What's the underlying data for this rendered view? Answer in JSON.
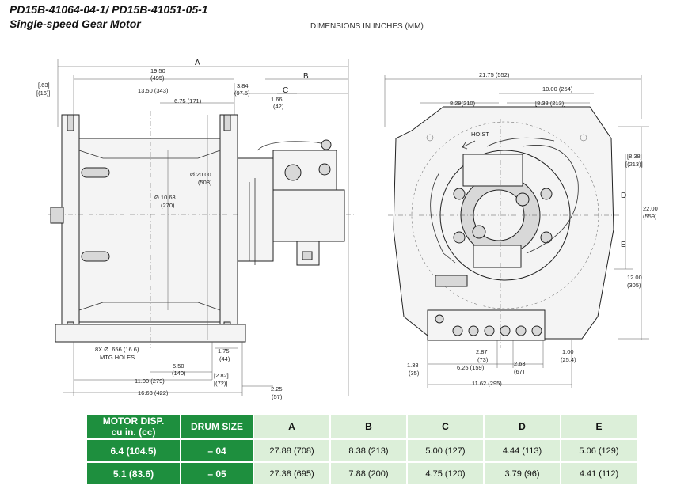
{
  "header": {
    "title_line1": "PD15B-41064-04-1/ PD15B-41051-05-1",
    "title_line2": "Single-speed Gear Motor",
    "dimensions_note": "DIMENSIONS IN INCHES (MM)"
  },
  "side_view": {
    "dim_a_letter": "A",
    "dim_b_letter": "B",
    "dim_c_letter": "C",
    "dim_19_50": "19.50",
    "dim_19_50_mm": "(495)",
    "dim_13_50": "13.50 (343)",
    "dim_3_84": "3.84",
    "dim_3_84_mm": "(97.5)",
    "dim_063": "[.63]",
    "dim_063_mm": "[(16)]",
    "dim_6_75": "6.75 (171)",
    "dim_1_66": "1.66",
    "dim_1_66_mm": "(42)",
    "dim_20_00": "Ø 20.00",
    "dim_20_00_mm": "(508)",
    "dim_10_63": "Ø 10.63",
    "dim_10_63_mm": "(270)",
    "holes_note_1": "8X Ø .656 (16.6)",
    "holes_note_2": "MTG HOLES",
    "dim_1_75": "1.75",
    "dim_1_75_mm": "(44)",
    "dim_5_50": "5.50",
    "dim_5_50_mm": "(140)",
    "dim_11_00": "11.00 (279)",
    "dim_2_82": "[2.82]",
    "dim_2_82_mm": "[(72)]",
    "dim_16_63": "16.63 (422)",
    "dim_2_25": "2.25",
    "dim_2_25_mm": "(57)"
  },
  "end_view": {
    "dim_21_75": "21.75 (552)",
    "dim_10_00": "10.00 (254)",
    "dim_8_29": "8.29(210)",
    "dim_8_38_top": "[8.38 (213)]",
    "dim_8_38_side": "[8.38]",
    "dim_8_38_side_mm": "[(213)]",
    "hoist": "HOIST",
    "dim_d_letter": "D",
    "dim_e_letter": "E",
    "dim_22_00": "22.00",
    "dim_22_00_mm": "(559)",
    "dim_12_00": "12.00",
    "dim_12_00_mm": "(305)",
    "dim_2_87": "2.87",
    "dim_2_87_mm": "(73)",
    "dim_1_00": "1.00",
    "dim_1_00_mm": "(25.4)",
    "dim_1_38": "1.38",
    "dim_1_38_mm": "(35)",
    "dim_6_25": "6.25 (159)",
    "dim_2_63": "2.63",
    "dim_2_63_mm": "(67)",
    "dim_11_62": "11.62 (295)"
  },
  "table": {
    "headers": {
      "motor_disp_1": "MOTOR DISP.",
      "motor_disp_2": "cu in. (cc)",
      "drum_size": "DRUM SIZE",
      "a": "A",
      "b": "B",
      "c": "C",
      "d": "D",
      "e": "E"
    },
    "rows": [
      {
        "disp": "6.4 (104.5)",
        "drum": "– 04",
        "a": "27.88 (708)",
        "b": "8.38 (213)",
        "c": "5.00 (127)",
        "d": "4.44 (113)",
        "e": "5.06 (129)"
      },
      {
        "disp": "5.1 (83.6)",
        "drum": "– 05",
        "a": "27.38 (695)",
        "b": "7.88 (200)",
        "c": "4.75 (120)",
        "d": "3.79 (96)",
        "e": "4.41 (112)"
      }
    ]
  },
  "colors": {
    "header_green": "#1e8f3e",
    "light_green": "#dcefd9"
  }
}
